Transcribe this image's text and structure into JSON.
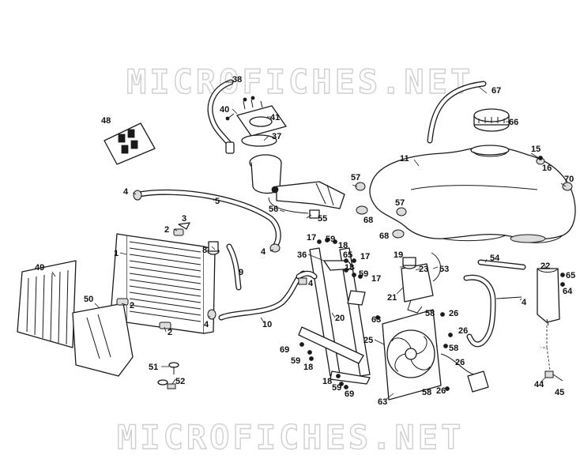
{
  "watermark": {
    "top": "MICROFICHES.NET",
    "bottom": "MICROFICHES.NET"
  },
  "callouts": {
    "c38": "38",
    "c40": "40",
    "c41": "41",
    "c37": "37",
    "c48": "48",
    "c67": "67",
    "c66": "66",
    "c11": "11",
    "c15": "15",
    "c16": "16",
    "c70": "70",
    "c57a": "57",
    "c57b": "57",
    "c68a": "68",
    "c68b": "68",
    "c4a": "4",
    "c5": "5",
    "c56": "56",
    "c55": "55",
    "c3": "3",
    "c2a": "2",
    "c1": "1",
    "c8": "8",
    "c9": "9",
    "c4b": "4",
    "c49": "49",
    "c50": "50",
    "c2b": "2",
    "c2c": "2",
    "c4c": "4",
    "c10": "10",
    "c51": "51",
    "c52": "52",
    "c17a": "17",
    "c59a": "59",
    "c18a": "18",
    "c36": "36",
    "c65a": "65",
    "c17b": "17",
    "c18b": "18",
    "c59b": "59",
    "c17c": "17",
    "c4d": "4",
    "c20": "20",
    "c19": "19",
    "c23": "23",
    "c53": "53",
    "c21": "21",
    "c63a": "63",
    "c54": "54",
    "c22": "22",
    "c65b": "65",
    "c64": "64",
    "c4e": "4",
    "c58a": "58",
    "c26a": "26",
    "c25": "25",
    "c26b": "26",
    "c58b": "58",
    "c26c": "26",
    "c69a": "69",
    "c59c": "59",
    "c18c": "18",
    "c18d": "18",
    "c59d": "59",
    "c69b": "69",
    "c63b": "63",
    "c58c": "58",
    "c26d": "26",
    "c44": "44",
    "c45": "45"
  }
}
